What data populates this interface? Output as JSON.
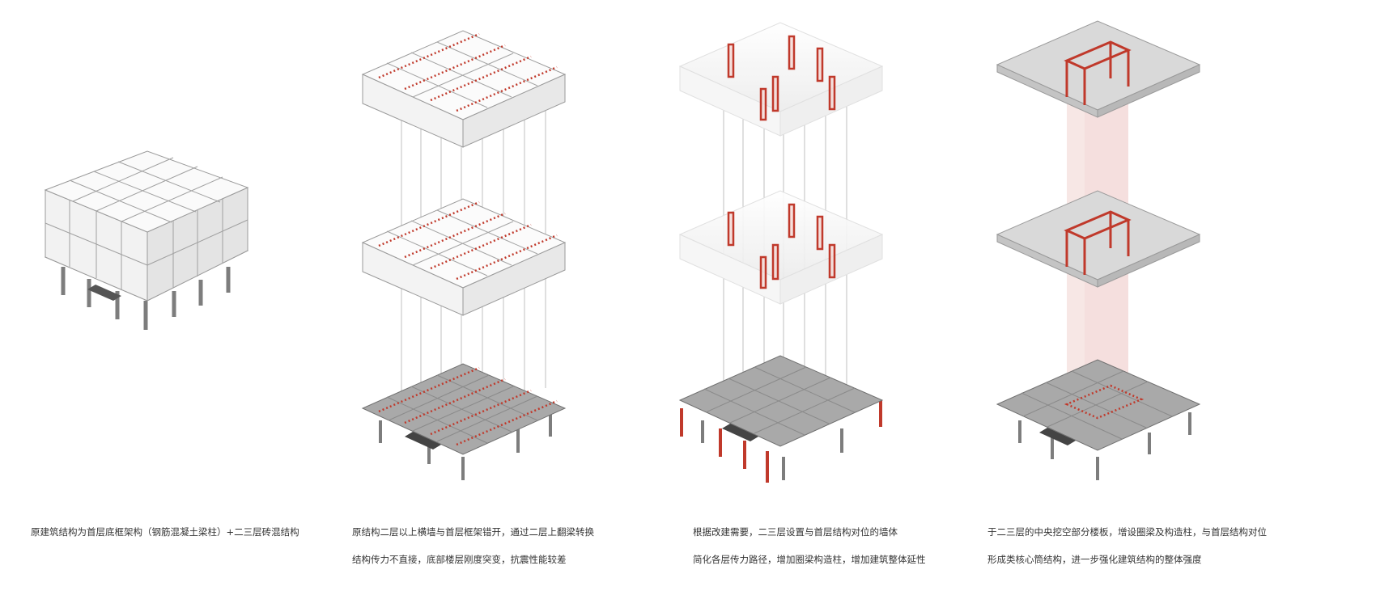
{
  "colors": {
    "accent_red": "#c0392b",
    "line_gray": "#a8a8a8",
    "slab_light": "#eeeeee",
    "slab_dark": "#9a9a9a"
  },
  "panels": [
    {
      "caption_lines": [
        "原建筑结构为首层底框架构（钢筋混凝土梁柱）+二三层砖混结构"
      ]
    },
    {
      "caption_lines": [
        "原结构二层以上横墙与首层框架错开，通过二层上翻梁转换",
        "结构传力不直接，底部楼层刚度突变，抗震性能较差"
      ]
    },
    {
      "caption_lines": [
        "根据改建需要，二三层设置与首层结构对位的墙体",
        "简化各层传力路径，增加圈梁构造柱，增加建筑整体延性"
      ]
    },
    {
      "caption_lines": [
        "于二三层的中央挖空部分楼板，增设圈梁及构造柱，与首层结构对位",
        "形成类核心筒结构，进一步强化建筑结构的整体强度"
      ]
    }
  ]
}
